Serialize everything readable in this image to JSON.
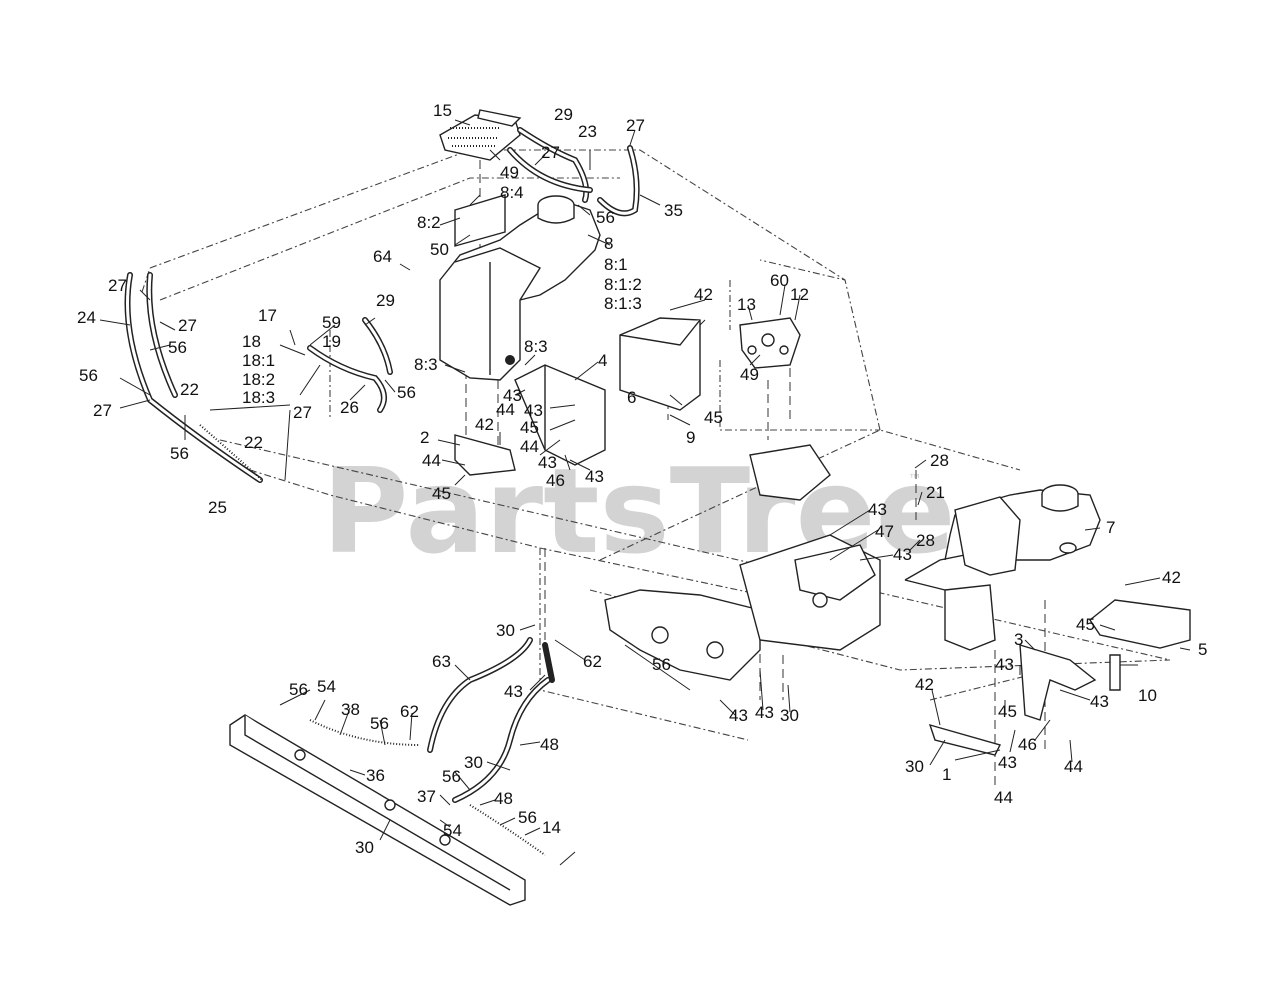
{
  "watermark": {
    "text": "PartsTree",
    "trademark": "™"
  },
  "callouts": [
    "15",
    "29",
    "23",
    "27",
    "27",
    "49",
    "8:4",
    "56",
    "35",
    "8:2",
    "50",
    "8",
    "8:1",
    "8:1:2",
    "8:1:3",
    "64",
    "27",
    "24",
    "27",
    "56",
    "56",
    "27",
    "17",
    "59",
    "18",
    "19",
    "18:1",
    "18:2",
    "18:3",
    "29",
    "56",
    "26",
    "22",
    "27",
    "22",
    "56",
    "25",
    "8:3",
    "8:3",
    "43",
    "44",
    "43",
    "45",
    "44",
    "43",
    "43",
    "46",
    "4",
    "42",
    "2",
    "44",
    "45",
    "6",
    "45",
    "9",
    "42",
    "13",
    "60",
    "12",
    "49",
    "28",
    "21",
    "43",
    "47",
    "43",
    "28",
    "7",
    "42",
    "45",
    "5",
    "10",
    "3",
    "43",
    "43",
    "42",
    "45",
    "1",
    "43",
    "44",
    "46",
    "44",
    "30",
    "30",
    "62",
    "63",
    "56",
    "43",
    "43",
    "43",
    "30",
    "56",
    "54",
    "38",
    "56",
    "62",
    "48",
    "36",
    "56",
    "30",
    "37",
    "48",
    "54",
    "56",
    "14",
    "30"
  ]
}
